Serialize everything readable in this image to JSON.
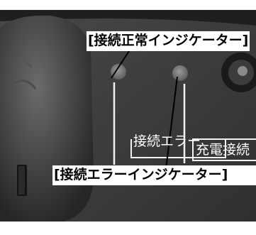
{
  "callouts": {
    "connection_ok_indicator": "[接続正常インジケーター]",
    "connection_error_indicator": "[接続エラーインジケーター]"
  },
  "panel_labels": {
    "charge_connect_partial": "充電接続",
    "connection_error": "接続エラー",
    "charge_partial": "充電"
  },
  "colors": {
    "panel": "#3a3a3a",
    "panel_dark": "#1e1e1e",
    "led": "#7a7a7a",
    "printed_lines": "#f2f2f2"
  }
}
